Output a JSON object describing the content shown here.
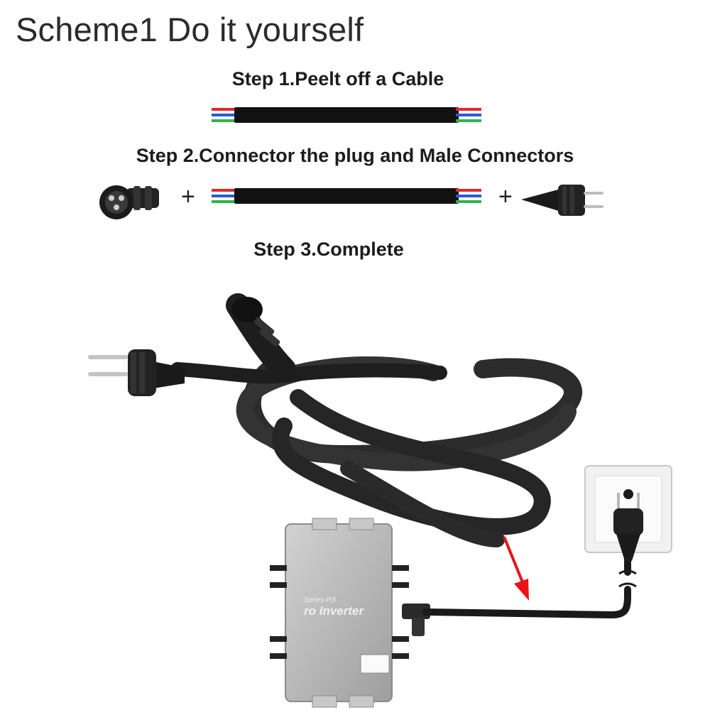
{
  "title": "Scheme1 Do it yourself",
  "steps": [
    {
      "label": "Step 1.Peelt off a Cable"
    },
    {
      "label": "Step 2.Connector the plug and Male Connectors"
    },
    {
      "label": "Step 3.Complete"
    }
  ],
  "plus_sign": "+",
  "inverter": {
    "series_text": "Series-R3",
    "brand_text": "ro Inverter"
  },
  "colors": {
    "wire_red": "#e3262b",
    "wire_blue": "#2b59d6",
    "wire_green": "#2fb34a",
    "cable_black": "#1a1a1a",
    "arrow_red": "#e8141a",
    "inverter_body": "#b8b8b8"
  },
  "icons": {
    "female_connector": "round-waterproof-connector-icon",
    "male_plug": "schuko-plug-icon",
    "wall_socket": "wall-socket-icon"
  }
}
